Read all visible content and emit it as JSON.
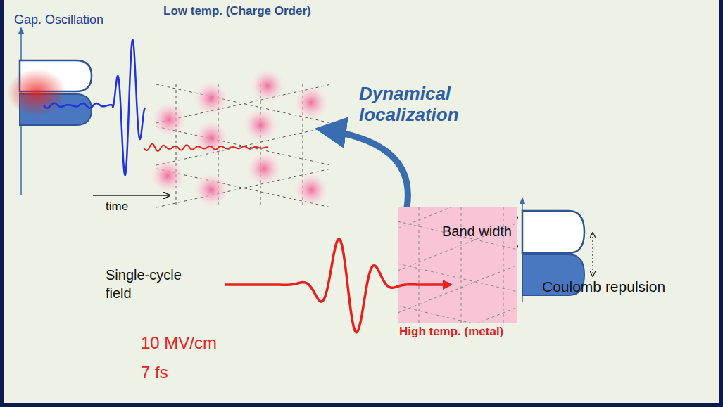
{
  "diagram": {
    "title": "Low temp. (Charge Order)",
    "nodes": [
      {
        "text": [
          "High temp. (metal)"
        ]
      }
    ],
    "labels": [
      "Gap. Oscillation",
      "Dynamical localization",
      "Band width",
      "Coulomb repulsion",
      "time",
      "Single-cycle field",
      "10 MV/cm",
      "7 fs"
    ]
  }
}
